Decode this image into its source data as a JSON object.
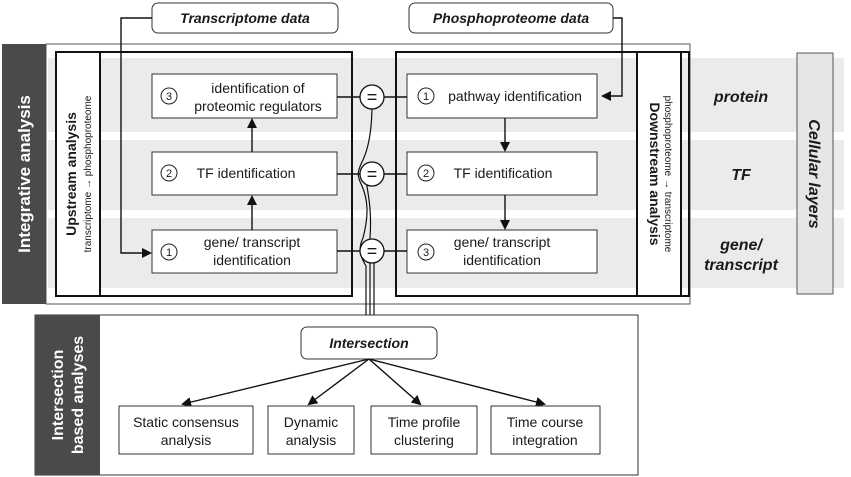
{
  "sources": {
    "transcriptome": "Transcriptome data",
    "phosphoproteome": "Phosphoproteome data"
  },
  "sidebars": {
    "integrative": "Integrative analysis",
    "intersection": "Intersection based analyses",
    "intersection_line1": "Intersection",
    "intersection_line2": "based analyses",
    "cellular": "Cellular layers"
  },
  "layers": {
    "protein": "protein",
    "tf": "TF",
    "gene_line1": "gene/",
    "gene_line2": "transcript"
  },
  "upstream": {
    "title": "Upstream analysis",
    "subtitle": "transcriptome → phosphoproteome",
    "steps": [
      {
        "num": "1",
        "line1": "gene/ transcript",
        "line2": "identification"
      },
      {
        "num": "2",
        "line1": "TF identification",
        "line2": ""
      },
      {
        "num": "3",
        "line1": "identification of",
        "line2": "proteomic regulators"
      }
    ]
  },
  "downstream": {
    "title": "Downstream analysis",
    "subtitle": "phosphoproteome → transcriptome",
    "steps": [
      {
        "num": "1",
        "line1": "pathway identification",
        "line2": ""
      },
      {
        "num": "2",
        "line1": "TF identification",
        "line2": ""
      },
      {
        "num": "3",
        "line1": "gene/ transcript",
        "line2": "identification"
      }
    ]
  },
  "equals_symbol": "=",
  "intersection": {
    "title": "Intersection",
    "analyses": [
      {
        "line1": "Static consensus",
        "line2": "analysis"
      },
      {
        "line1": "Dynamic",
        "line2": "analysis"
      },
      {
        "line1": "Time profile",
        "line2": "clustering"
      },
      {
        "line1": "Time course",
        "line2": "integration"
      }
    ]
  },
  "colors": {
    "sidebar_dark": "#4a4a4a",
    "band_light": "#ebebeb",
    "sidebar_light": "#e6e6e6",
    "line": "#111111"
  }
}
